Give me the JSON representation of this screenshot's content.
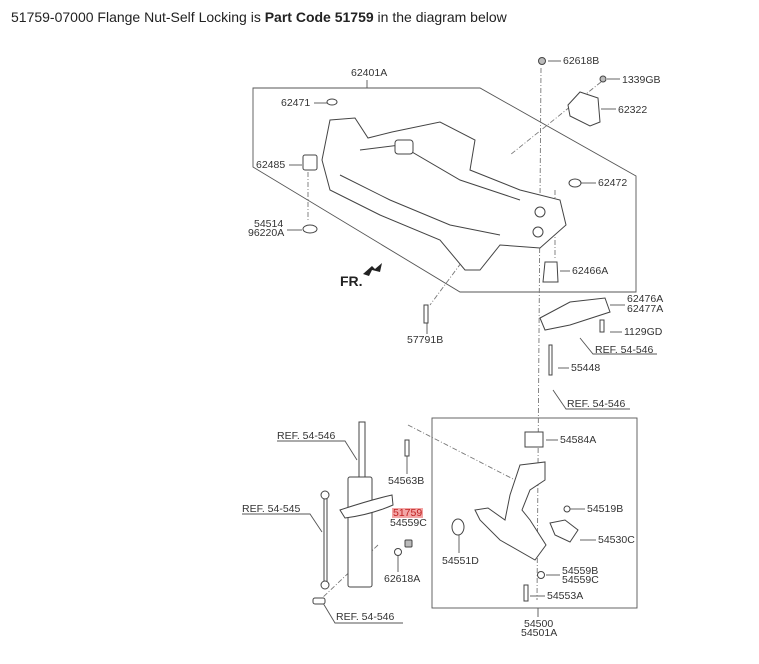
{
  "caption": {
    "prefix": "51759-07000 Flange Nut-Self Locking is ",
    "bold": "Part Code 51759",
    "suffix": " in the diagram below"
  },
  "highlight_color": "#f3a6a6",
  "labels": {
    "l62401A": "62401A",
    "l62471": "62471",
    "l62485": "62485",
    "l54514": "54514",
    "l96220A": "96220A",
    "fr": "FR.",
    "l57791B": "57791B",
    "l62618B": "62618B",
    "l1339GB": "1339GB",
    "l62322": "62322",
    "l62472": "62472",
    "l62466A": "62466A",
    "l62476A": "62476A",
    "l62477A": "62477A",
    "l1129GD": "1129GD",
    "ref1": "REF. 54-546",
    "l55448": "55448",
    "ref2": "REF. 54-546",
    "ref3": "REF. 54-546",
    "l54563B": "54563B",
    "ref4": "REF. 54-545",
    "l51759": "51759",
    "l54559C_a": "54559C",
    "l54584A": "54584A",
    "l54519B": "54519B",
    "l54530C": "54530C",
    "l54551D": "54551D",
    "l54559B": "54559B",
    "l54559C_b": "54559C",
    "l62618A": "62618A",
    "l54553A": "54553A",
    "ref5": "REF. 54-546",
    "l54500": "54500",
    "l54501A": "54501A"
  }
}
